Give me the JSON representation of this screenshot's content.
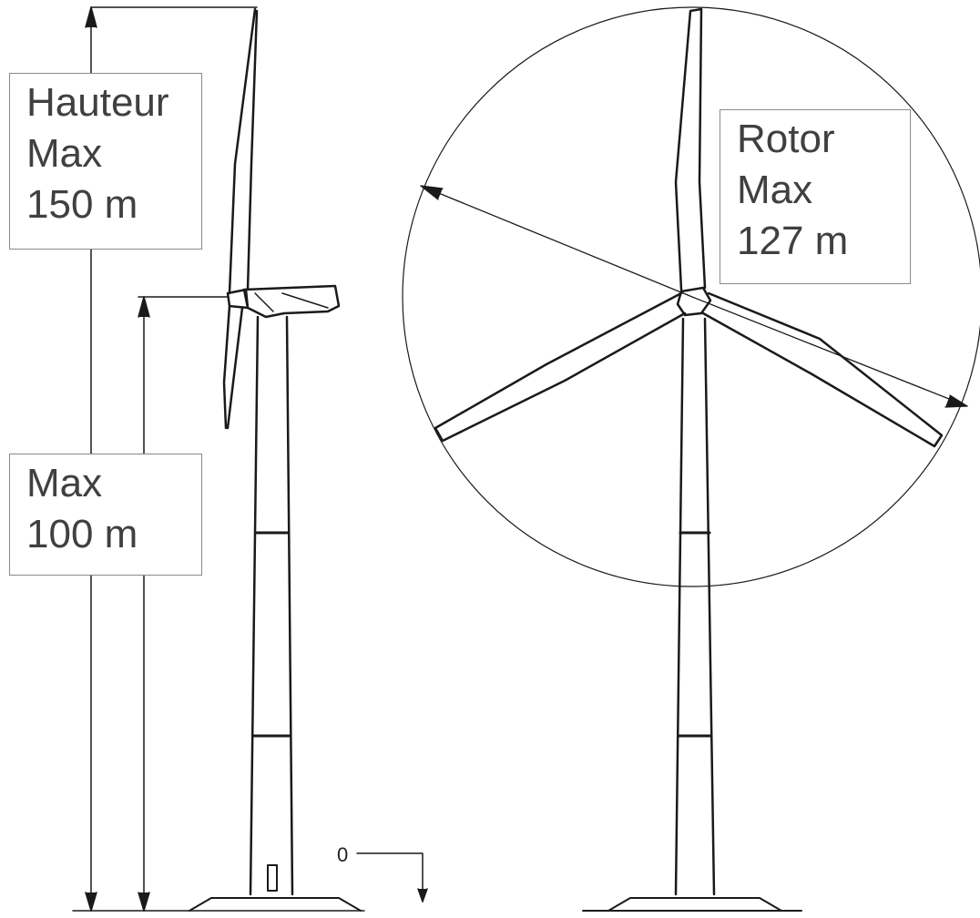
{
  "labels": {
    "total_height": {
      "line1": "Hauteur",
      "line2": "Max",
      "line3": "150 m"
    },
    "hub_height": {
      "line1": "Max",
      "line2": "100 m"
    },
    "rotor": {
      "line1": "Rotor",
      "line2": "Max",
      "line3": "127 m"
    },
    "ground_ref": "0"
  },
  "colors": {
    "line": "#1a1a1a",
    "label_text": "#404040",
    "box_border": "#8a8a8a"
  },
  "views": [
    "side-view",
    "front-view"
  ]
}
